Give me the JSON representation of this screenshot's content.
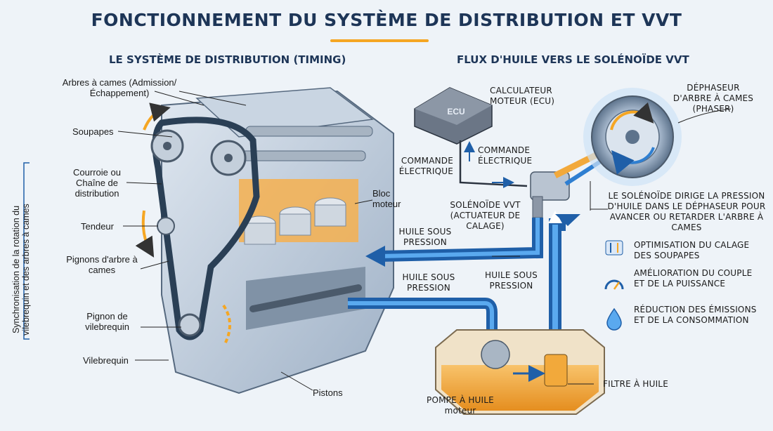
{
  "title": "FONCTIONNEMENT DU SYSTÈME DE DISTRIBUTION ET VVT",
  "left_heading": "LE SYSTÈME DE DISTRIBUTION (TIMING)",
  "right_heading": "FLUX D'HUILE VERS LE SOLÉNOÏDE VVT",
  "timing_labels": {
    "camshafts": "Arbres à cames (Admission/Échappement)",
    "valves": "Soupapes",
    "belt": "Courroie ou Chaîne de distribution",
    "tensioner": "Tendeur",
    "cam_sprockets": "Pignons d'arbre à cames",
    "crank_sprocket": "Pignon de vilebrequin",
    "crankshaft": "Vilebrequin",
    "pistons": "Pistons",
    "engine_block": "Bloc moteur",
    "sync_note": "Synchronisation de la rotation du vilebrequin et des arbres à cames"
  },
  "oil_labels": {
    "ecu_chip": "ECU",
    "ecu": "CALCULATEUR MOTEUR (ECU)",
    "electric_command_left": "COMMANDE ÉLECTRIQUE",
    "electric_command_right": "COMMANDE ÉLECTRIQUE",
    "solenoid": "SOLÉNOÏDE VVT (ACTUATEUR DE CALAGE)",
    "phaser": "DÉPHASEUR D'ARBRE À CAMES (PHASER)",
    "oil_pressure_left": "HUILE SOUS PRESSION",
    "oil_pressure_mid": "HUILE SOUS PRESSION",
    "oil_pressure_right": "HUILE SOUS PRESSION",
    "pump": "POMPE À HUILE moteur",
    "filter": "FILTRE À HUILE",
    "solenoid_role": "LE SOLÉNOÏDE DIRIGE LA PRESSION D'HUILE DANS LE DÉPHASEUR POUR AVANCER OU RETARDER L'ARBRE À CAMES"
  },
  "benefits": [
    {
      "icon": "valve-timing-icon",
      "text": "OPTIMISATION DU CALAGE DES SOUPAPES"
    },
    {
      "icon": "gauge-icon",
      "text": "AMÉLIORATION DU COUPLE ET DE LA PUISSANCE"
    },
    {
      "icon": "drop-icon",
      "text": "RÉDUCTION DES ÉMISSIONS ET DE LA CONSOMMATION"
    }
  ],
  "colors": {
    "title": "#1d3557",
    "oil_pipe": "#2f7fd1",
    "oil_sump": "#f2a93b",
    "belt": "#2a3f55",
    "accent": "#f5a623"
  }
}
